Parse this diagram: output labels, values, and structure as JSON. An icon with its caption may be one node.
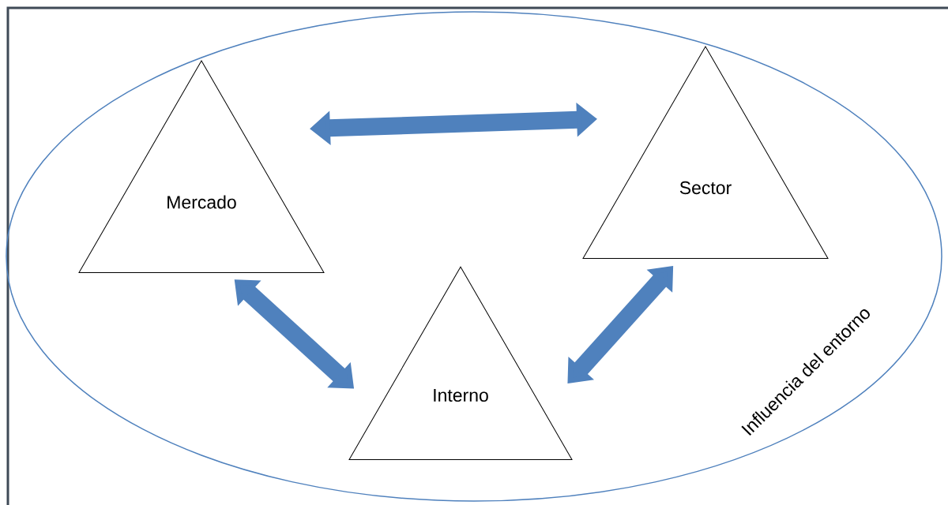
{
  "diagram": {
    "nodes": [
      {
        "text": [
          "Influencia del entorno"
        ]
      },
      {
        "text": [
          "Mercado"
        ],
        "in": 0
      },
      {
        "text": [
          "Sector"
        ],
        "in": 0
      },
      {
        "text": [
          "Interno"
        ],
        "in": 0
      }
    ],
    "edges": [
      {
        "from": 1,
        "to": 2,
        "arrow": "both"
      },
      {
        "from": 1,
        "to": 3,
        "arrow": "both"
      },
      {
        "from": 3,
        "to": 2,
        "arrow": "both"
      }
    ]
  }
}
